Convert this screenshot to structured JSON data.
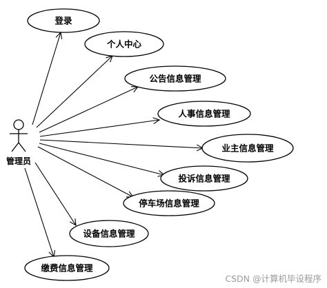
{
  "actor": {
    "label": "管理员"
  },
  "use_cases": [
    {
      "id": "login",
      "label": "登录"
    },
    {
      "id": "personal_center",
      "label": "个人中心"
    },
    {
      "id": "announcement_mgmt",
      "label": "公告信息管理"
    },
    {
      "id": "personnel_mgmt",
      "label": "人事信息管理"
    },
    {
      "id": "owner_mgmt",
      "label": "业主信息管理"
    },
    {
      "id": "complaint_mgmt",
      "label": "投诉信息管理"
    },
    {
      "id": "parking_mgmt",
      "label": "停车场信息管理"
    },
    {
      "id": "equipment_mgmt",
      "label": "设备信息管理"
    },
    {
      "id": "payment_mgmt",
      "label": "缴费信息管理"
    }
  ],
  "watermark": "CSDN @计算机毕设程序"
}
